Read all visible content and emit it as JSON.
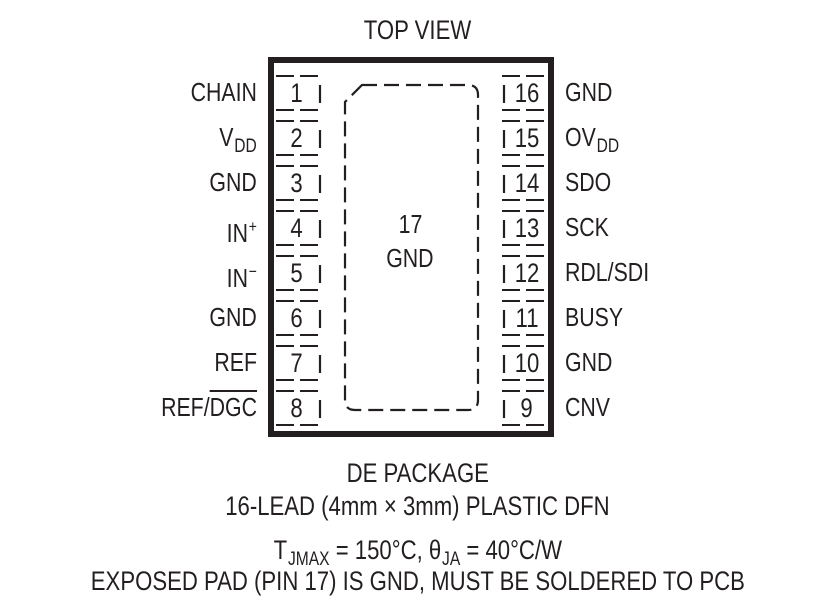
{
  "title": "TOP VIEW",
  "colors": {
    "ink": "#231f20",
    "background": "#ffffff"
  },
  "left_pins": [
    {
      "number": "1",
      "name": "CHAIN",
      "sub": "",
      "sup": "",
      "overbar": ""
    },
    {
      "number": "2",
      "name": "V",
      "sub": "DD",
      "sup": "",
      "overbar": ""
    },
    {
      "number": "3",
      "name": "GND",
      "sub": "",
      "sup": "",
      "overbar": ""
    },
    {
      "number": "4",
      "name": "IN",
      "sub": "",
      "sup": "+",
      "overbar": ""
    },
    {
      "number": "5",
      "name": "IN",
      "sub": "",
      "sup": "−",
      "overbar": ""
    },
    {
      "number": "6",
      "name": "GND",
      "sub": "",
      "sup": "",
      "overbar": ""
    },
    {
      "number": "7",
      "name": "REF",
      "sub": "",
      "sup": "",
      "overbar": ""
    },
    {
      "number": "8",
      "name": "REF/",
      "sub": "",
      "sup": "",
      "overbar": "DGC"
    }
  ],
  "right_pins": [
    {
      "number": "16",
      "name": "GND",
      "sub": ""
    },
    {
      "number": "15",
      "name": "OV",
      "sub": "DD"
    },
    {
      "number": "14",
      "name": "SDO",
      "sub": ""
    },
    {
      "number": "13",
      "name": "SCK",
      "sub": ""
    },
    {
      "number": "12",
      "name": "RDL/SDI",
      "sub": ""
    },
    {
      "number": "11",
      "name": "BUSY",
      "sub": ""
    },
    {
      "number": "10",
      "name": "GND",
      "sub": ""
    },
    {
      "number": "9",
      "name": "CNV",
      "sub": ""
    }
  ],
  "exposed_pad": {
    "number": "17",
    "name": "GND"
  },
  "footer": {
    "package": "DE PACKAGE",
    "description": "16-LEAD (4mm × 3mm) PLASTIC DFN",
    "thermal": {
      "tj_symbol": "T",
      "tj_sub": "JMAX",
      "tj_value": " = 150°C, ",
      "theta_symbol": "θ",
      "theta_sub": "JA",
      "theta_value": " = 40°C/W"
    },
    "note": "EXPOSED PAD (PIN 17) IS GND, MUST BE SOLDERED TO PCB"
  }
}
